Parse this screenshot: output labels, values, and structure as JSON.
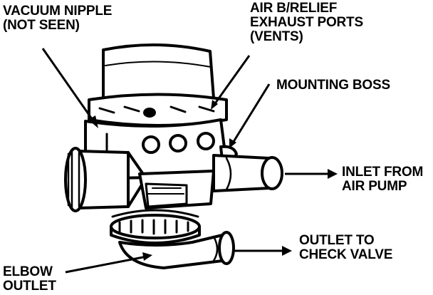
{
  "labels": {
    "vacuum_nipple": {
      "line1": "VACUUM NIPPLE",
      "line2": "(NOT SEEN)"
    },
    "air_relief": {
      "line1": "AIR B/RELIEF",
      "line2": "EXHAUST PORTS",
      "line3": "(VENTS)"
    },
    "mounting_boss": {
      "line1": "MOUNTING BOSS"
    },
    "inlet": {
      "line1": "INLET FROM",
      "line2": "AIR PUMP"
    },
    "outlet": {
      "line1": "OUTLET TO",
      "line2": "CHECK VALVE"
    },
    "elbow": {
      "line1": "ELBOW",
      "line2": "OUTLET"
    }
  },
  "colors": {
    "ink": "#000000",
    "paper": "#ffffff"
  }
}
